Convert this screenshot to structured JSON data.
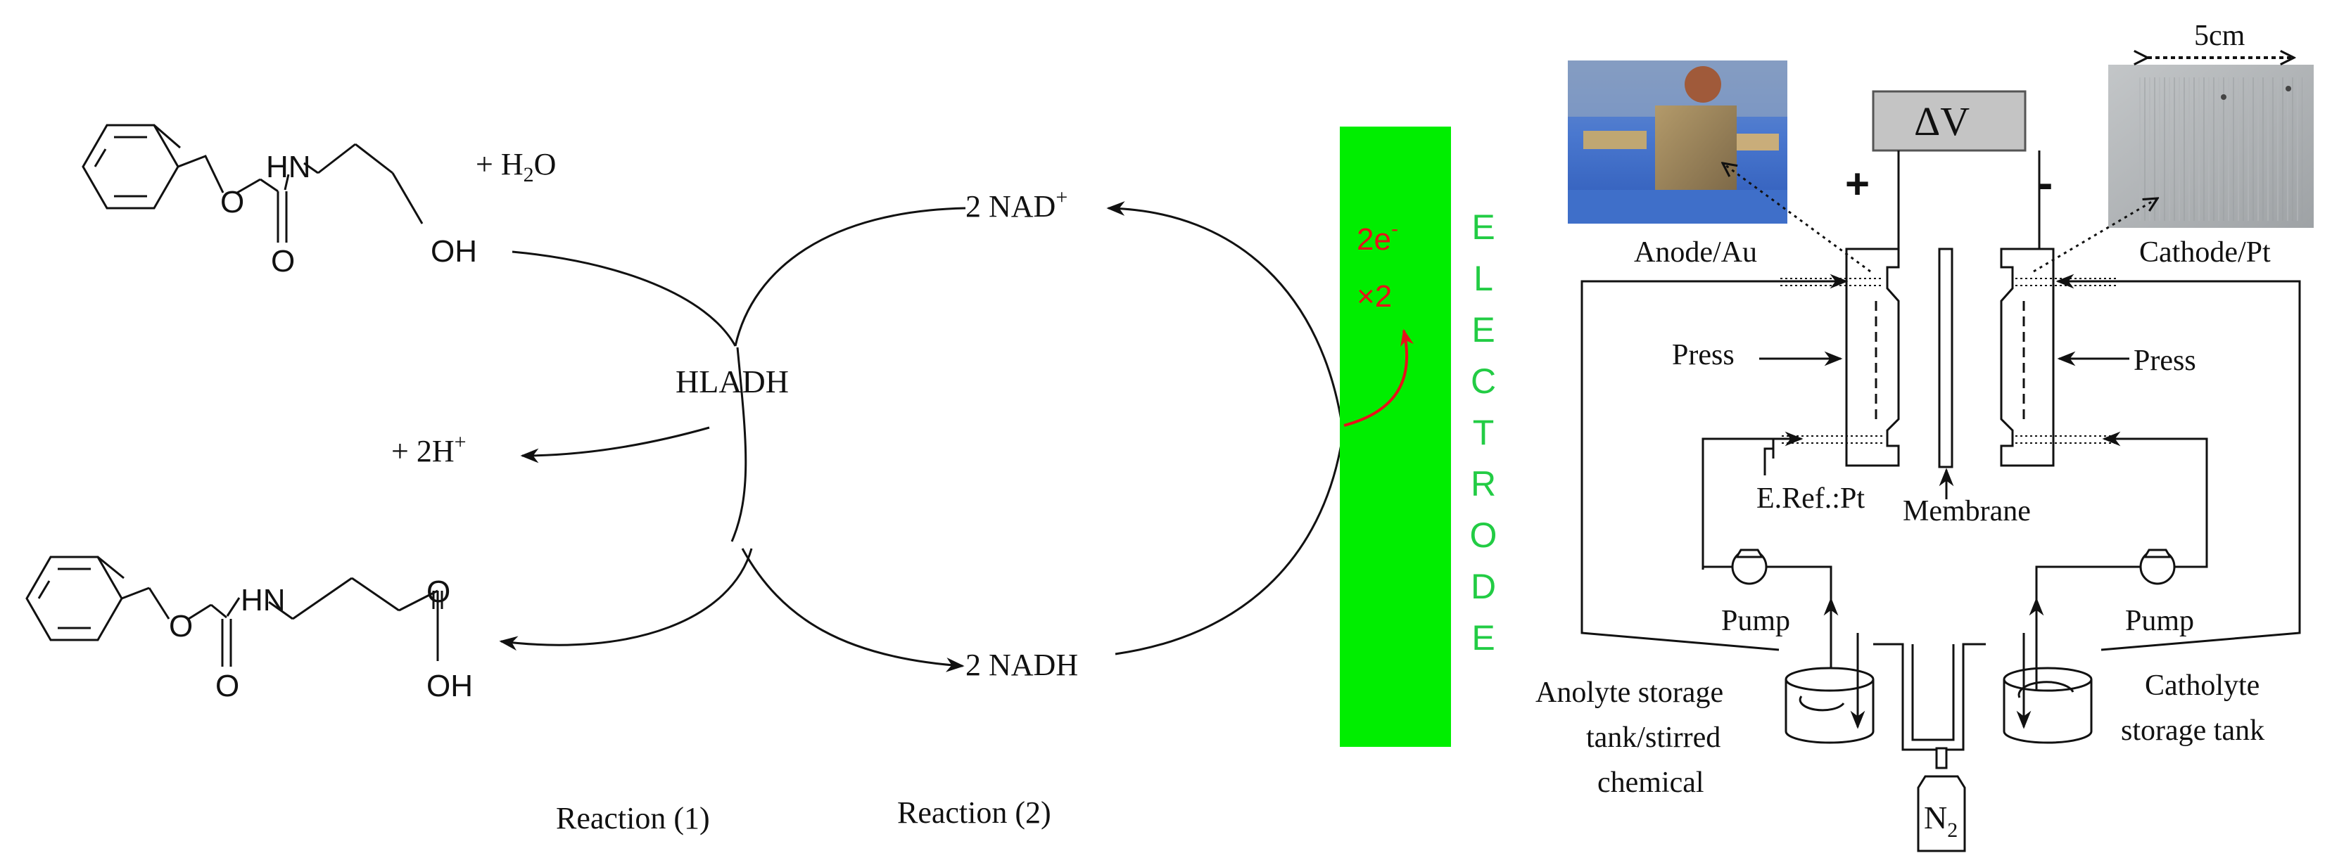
{
  "colors": {
    "ink": "#111111",
    "electrode_fill": "#00ee00",
    "electrode_text": "#22cc44",
    "electron_red": "#e8101a",
    "photo_blue": "#3a6fc4",
    "photo_gray": "#a9adb0",
    "voltmeter_gray": "#c4c4c4"
  },
  "reaction_scheme": {
    "water": "+ H",
    "water_sub": "2",
    "water_tail": "O",
    "enzyme": "HLADH",
    "protons": "+ 2H",
    "protons_sup": "+",
    "nad_plus": "2 NAD",
    "nad_plus_sup": "+",
    "nadh": "2 NADH",
    "reaction1_label": "Reaction (1)",
    "reaction2_label": "Reaction (2)",
    "electrode_label": "ELECTRODE",
    "electron_label_1": "2e",
    "electron_label_1_sup": "-",
    "electron_label_2": "×2",
    "reactant": {
      "nh_label": "HN",
      "o_label": "O",
      "carbonyl_o_label": "O",
      "oh_label": "OH"
    },
    "product": {
      "nh_label": "HN",
      "o_label": "O",
      "carbonyl_o_label": "O",
      "acid_o_label": "O",
      "oh_label": "OH"
    }
  },
  "cell_setup": {
    "voltmeter_label": "ΔV",
    "plus_label": "+",
    "minus_label": "-",
    "scale_label": "5cm",
    "anode_label": "Anode/Au",
    "cathode_label": "Cathode/Pt",
    "press_left_label": "Press",
    "press_right_label": "Press",
    "ref_electrode_label": "E.Ref.:Pt",
    "membrane_label": "Membrane",
    "pump_left_label": "Pump",
    "pump_right_label": "Pump",
    "anolyte_label_lines": [
      "Anolyte storage",
      "tank/stirred",
      "chemical"
    ],
    "catholyte_label_lines": [
      "Catholyte",
      "storage tank"
    ],
    "n2_label": "N",
    "n2_sub": "2"
  }
}
